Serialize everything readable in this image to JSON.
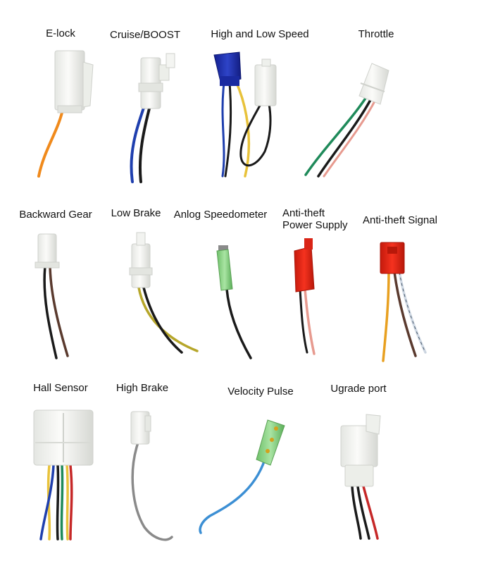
{
  "labels": {
    "e_lock": "E-lock",
    "cruise_boost": "Cruise/BOOST",
    "high_low_speed": "High and Low Speed",
    "throttle": "Throttle",
    "backward_gear": "Backward Gear",
    "low_brake": "Low Brake",
    "analog_speedometer": "Anlog Speedometer",
    "anti_theft_power_line1": "Anti-theft",
    "anti_theft_power_line2": "Power Supply",
    "anti_theft_signal": "Anti-theft Signal",
    "hall_sensor": "Hall Sensor",
    "high_brake": "High Brake",
    "velocity_pulse": "Velocity Pulse",
    "upgrade_port": "Ugrade port"
  },
  "colors": {
    "connector_white": "#f3f4f1",
    "connector_shade": "#d9dbd6",
    "wire_orange": "#f08a1c",
    "wire_black": "#1a1a1a",
    "wire_blue": "#1f3fae",
    "wire_yellow": "#e8c23a",
    "wire_green": "#1f8a5a",
    "wire_pink": "#e79a8f",
    "wire_brown": "#5a3a2e",
    "wire_gray": "#8a8a8a",
    "wire_lightblue": "#3c8fd4",
    "wire_red": "#c62828",
    "wire_white": "#cfd8e3",
    "blue_connector": "#1f2fa8",
    "red_connector": "#e32414",
    "green_sleeve": "#8fd58a"
  }
}
